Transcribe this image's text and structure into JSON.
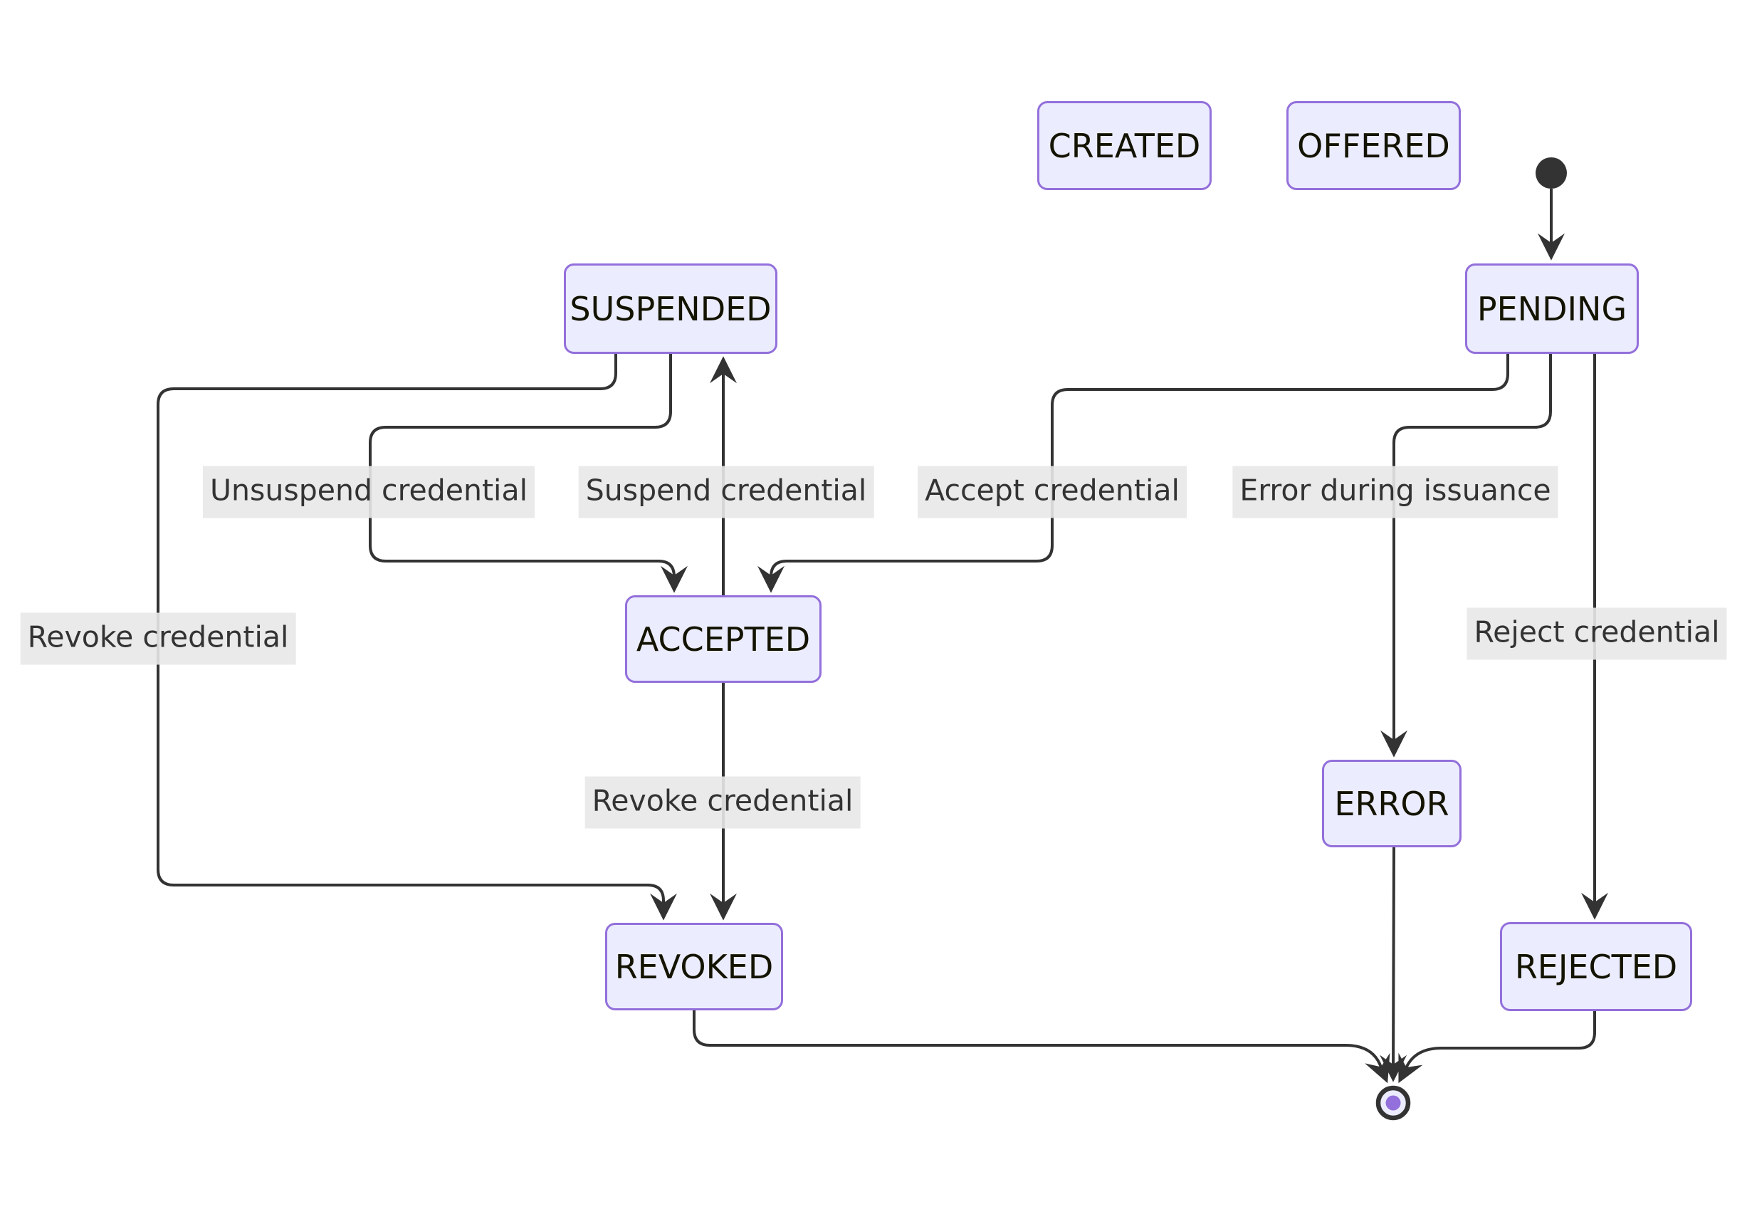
{
  "diagram": {
    "kind": "state-diagram",
    "states": {
      "created": {
        "label": "CREATED"
      },
      "offered": {
        "label": "OFFERED"
      },
      "pending": {
        "label": "PENDING"
      },
      "suspended": {
        "label": "SUSPENDED"
      },
      "accepted": {
        "label": "ACCEPTED"
      },
      "error": {
        "label": "ERROR"
      },
      "revoked": {
        "label": "REVOKED"
      },
      "rejected": {
        "label": "REJECTED"
      }
    },
    "transitions": [
      {
        "from": "[*]",
        "to": "PENDING",
        "label": ""
      },
      {
        "from": "PENDING",
        "to": "ACCEPTED",
        "label": "Accept credential"
      },
      {
        "from": "PENDING",
        "to": "ERROR",
        "label": "Error during issuance"
      },
      {
        "from": "PENDING",
        "to": "REJECTED",
        "label": "Reject credential"
      },
      {
        "from": "SUSPENDED",
        "to": "ACCEPTED",
        "label": "Unsuspend credential"
      },
      {
        "from": "ACCEPTED",
        "to": "SUSPENDED",
        "label": "Suspend credential"
      },
      {
        "from": "SUSPENDED",
        "to": "REVOKED",
        "label": "Revoke credential"
      },
      {
        "from": "ACCEPTED",
        "to": "REVOKED",
        "label": "Revoke credential"
      },
      {
        "from": "REVOKED",
        "to": "[*]",
        "label": ""
      },
      {
        "from": "ERROR",
        "to": "[*]",
        "label": ""
      },
      {
        "from": "REJECTED",
        "to": "[*]",
        "label": ""
      }
    ],
    "colors": {
      "state_fill": "#ECECFF",
      "state_border": "#9370DB",
      "edge": "#333333",
      "edge_label_bg": "#e8e8e8",
      "state_text": "#131300",
      "final_dot": "#9370DB",
      "background": "#ffffff"
    }
  }
}
